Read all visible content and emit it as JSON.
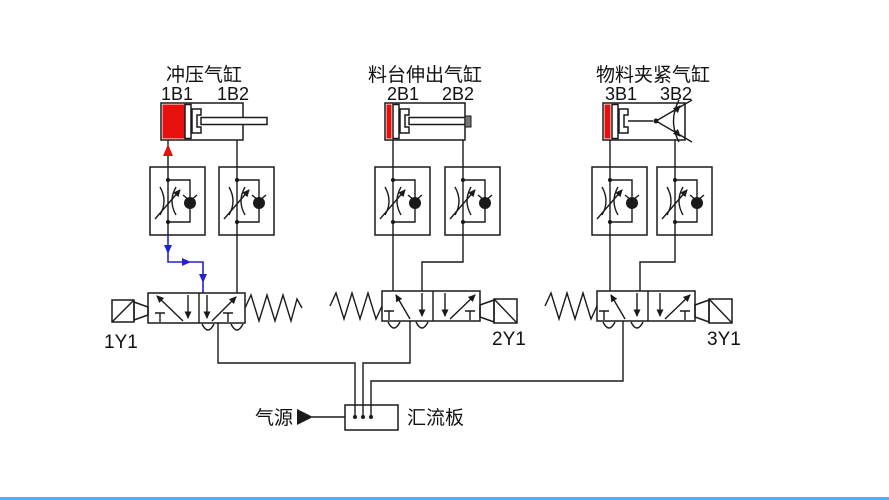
{
  "groups": [
    {
      "title": "冲压气缸",
      "sensors": [
        "1B1",
        "1B2"
      ],
      "valve": "1Y1"
    },
    {
      "title": "料台伸出气缸",
      "sensors": [
        "2B1",
        "2B2"
      ],
      "valve": "2Y1"
    },
    {
      "title": "物料夹紧气缸",
      "sensors": [
        "3B1",
        "3B2"
      ],
      "valve": "3Y1"
    }
  ],
  "manifold": {
    "label": "汇流板",
    "source_label": "气源"
  },
  "colors": {
    "pressure_red": "#e8100c",
    "flow_blue": "#2323cc",
    "line_black": "#1a1a1a",
    "bottom_bar_blue": "#5aaaff"
  }
}
